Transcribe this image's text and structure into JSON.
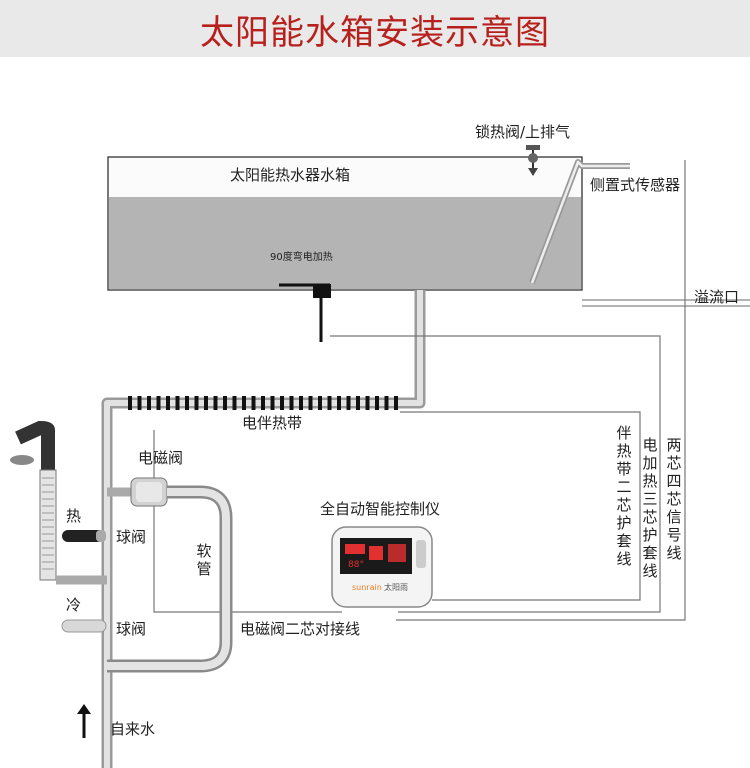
{
  "title": "太阳能水箱安装示意图",
  "labels": {
    "tank": "太阳能热水器水箱",
    "lock_valve": "锁热阀/上排气",
    "side_sensor": "侧置式传感器",
    "overflow": "溢流口",
    "heater_90": "90度弯电加热",
    "heat_tape": "电伴热带",
    "solenoid": "电磁阀",
    "hot": "热",
    "cold": "冷",
    "ball_valve_1": "球阀",
    "ball_valve_2": "球阀",
    "hose": "软管",
    "controller": "全自动智能控制仪",
    "solenoid_wire": "电磁阀二芯对接线",
    "tap_water": "自来水",
    "tape_wire": "伴热带二芯护套线",
    "heater_wire": "电加热三芯护套线",
    "signal_wire": "两芯四芯信号线"
  },
  "controller_panel": {
    "display_digits": "88°",
    "brand": "sunrain",
    "brand_cn": "太阳雨"
  },
  "colors": {
    "title": "#b8201d",
    "water": "#b4b4b4",
    "pipe": "#c8c8c8",
    "display": "#e23030"
  }
}
